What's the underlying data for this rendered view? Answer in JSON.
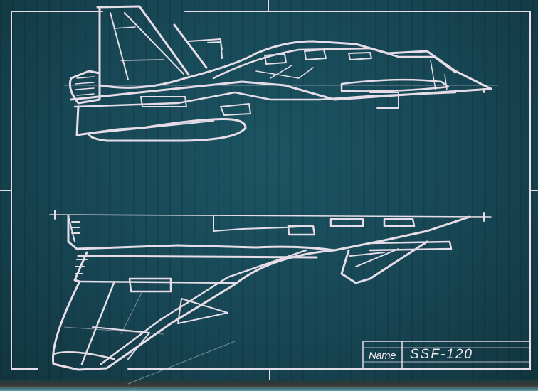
{
  "drawing": {
    "type": "hand-drawn blueprint",
    "subject": "spacecraft / fighter, side view and top view",
    "colors": {
      "paper": "#174654",
      "linework": "#e6dde8"
    }
  },
  "title_block": {
    "label": "Name",
    "value": "SSF-120"
  },
  "views": [
    {
      "name": "side-view"
    },
    {
      "name": "top-view"
    }
  ]
}
